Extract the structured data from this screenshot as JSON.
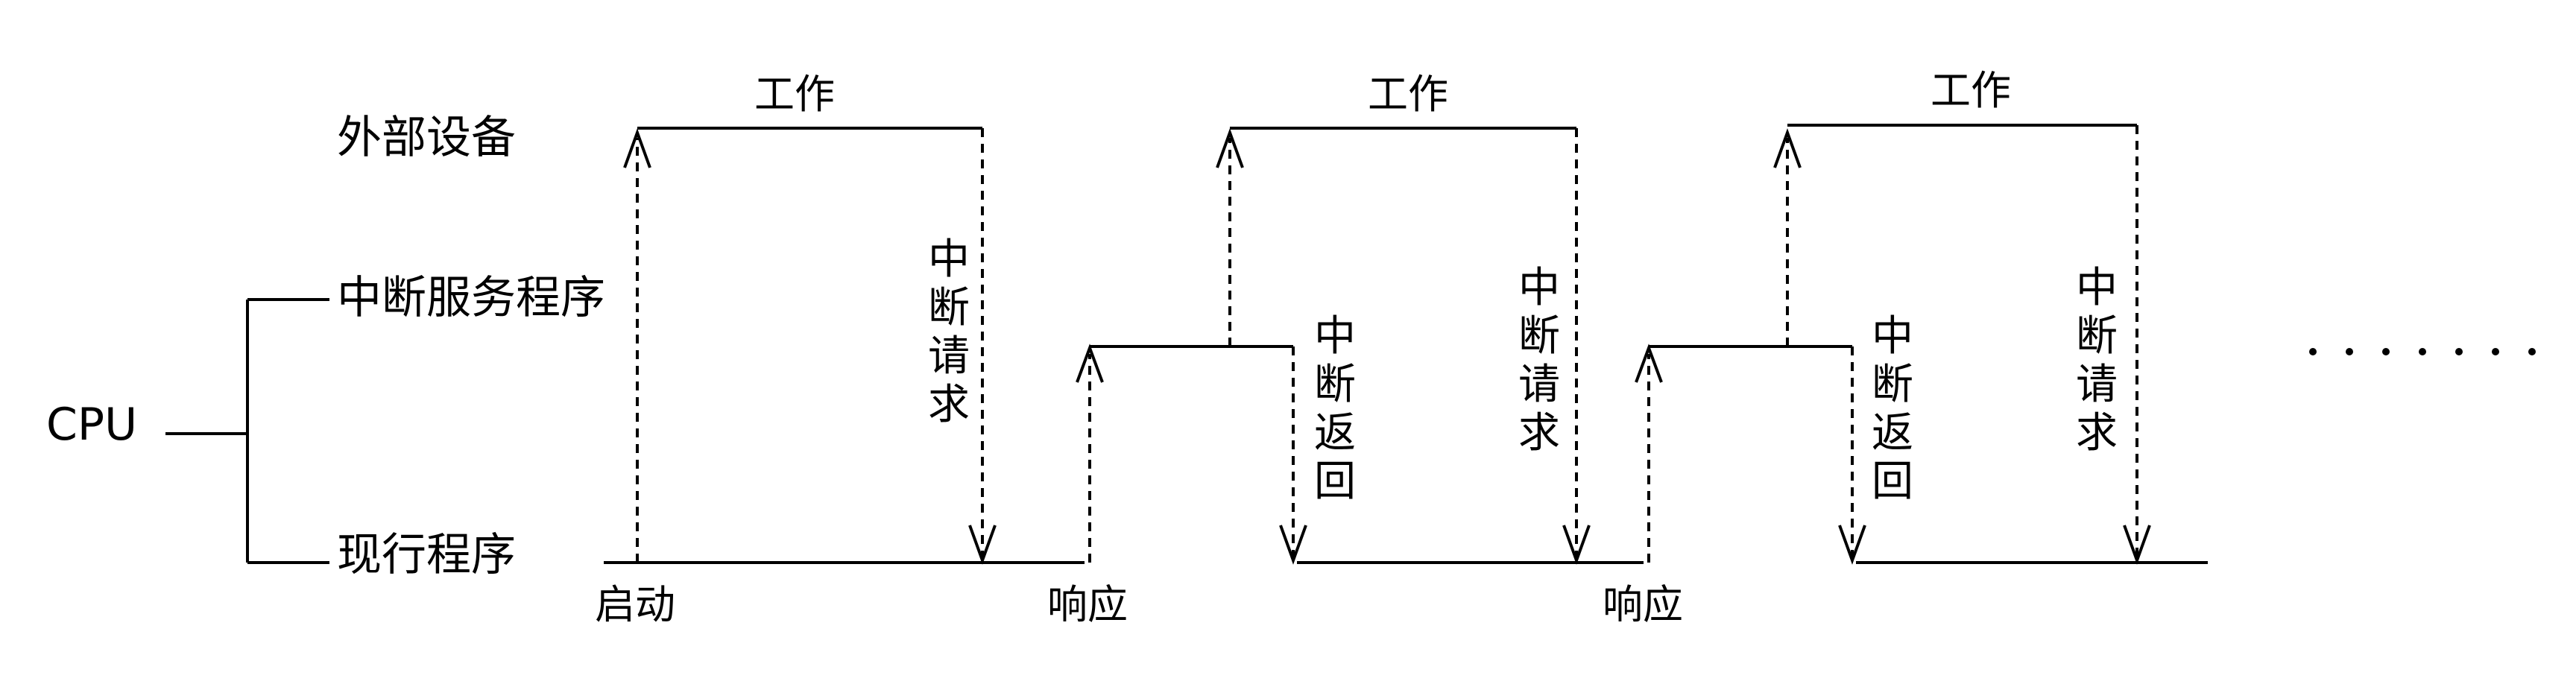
{
  "labels": {
    "cpu": "CPU",
    "external_device": "外部设备",
    "isr": "中断服务程序",
    "current_program": "现行程序",
    "start": "启动",
    "response": "响应",
    "work": "工作",
    "interrupt_request": [
      "中",
      "断",
      "请",
      "求"
    ],
    "interrupt_return": [
      "中",
      "断",
      "返",
      "回"
    ],
    "ellipsis": "·······"
  },
  "colors": {
    "line": "#000000",
    "background": "#ffffff"
  }
}
